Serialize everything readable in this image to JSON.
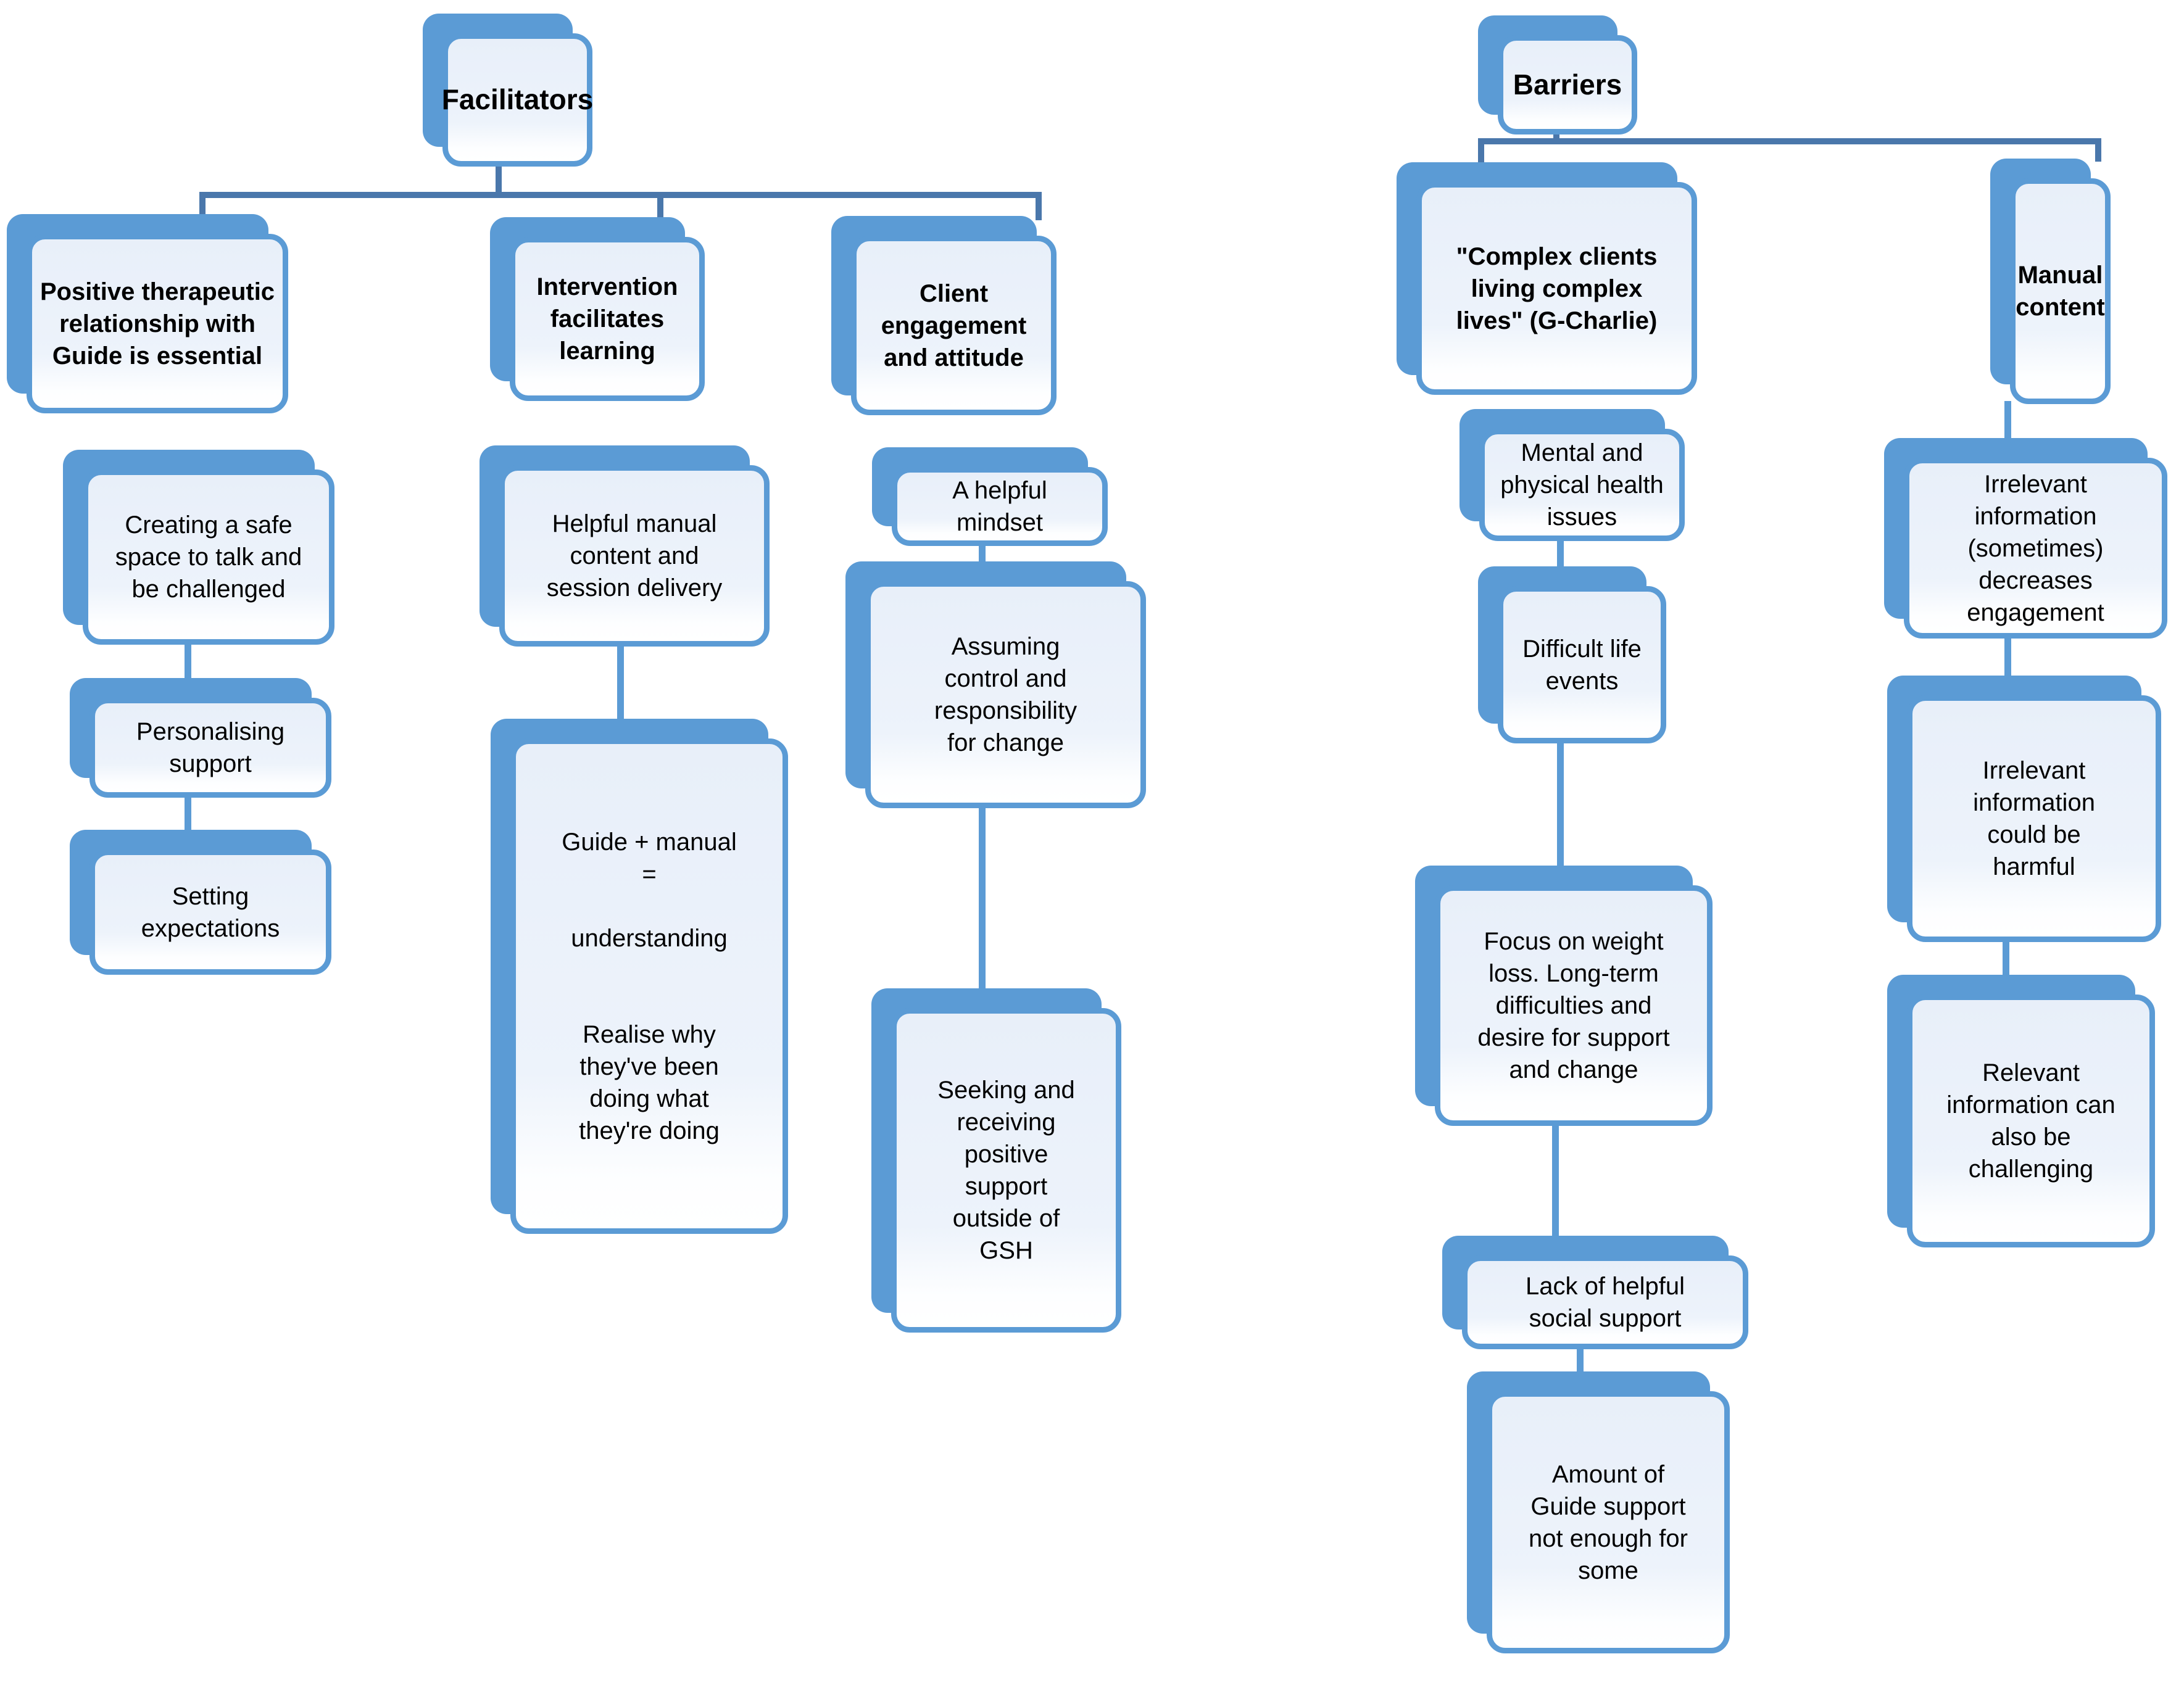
{
  "diagram_title": "Facilitators and Barriers hierarchy diagram",
  "colors": {
    "shape_shadow_fill": "#5b9bd5",
    "card_border": "#5b9bd5",
    "card_fill_top": "#e8eff9",
    "card_fill_bottom": "#ffffff",
    "tree_connector": "#4a77ab",
    "stub_connector": "#5b9bd5",
    "text": "#000000",
    "background": "#ffffff"
  },
  "facilitators": {
    "title": "Facilitators",
    "branches": [
      {
        "header": "Positive therapeutic relationship with Guide is essential",
        "children": [
          "Creating a safe space to talk and be challenged",
          "Personalising support",
          "Setting expectations"
        ]
      },
      {
        "header": "Intervention facilitates learning",
        "children": [
          "Helpful manual content and session delivery",
          "Guide + manual\n=\n\nunderstanding\n\n\nRealise why they've been doing what they're doing"
        ]
      },
      {
        "header": "Client engagement and attitude",
        "children": [
          "A helpful mindset",
          "Assuming control and responsibility for change",
          "Seeking and receiving positive support outside of GSH"
        ]
      }
    ]
  },
  "barriers": {
    "title": "Barriers",
    "branches": [
      {
        "header": "\"Complex clients living complex lives\" (G-Charlie)",
        "children": [
          "Mental and physical health issues",
          "Difficult life events",
          "Focus on weight loss. Long-term difficulties and desire for support and change",
          "Lack of helpful social support",
          "Amount of Guide support not enough for some"
        ]
      },
      {
        "header": "Manual content",
        "children": [
          "Irrelevant information (sometimes) decreases engagement",
          "Irrelevant information could be harmful",
          "Relevant information can also be challenging"
        ]
      }
    ]
  }
}
